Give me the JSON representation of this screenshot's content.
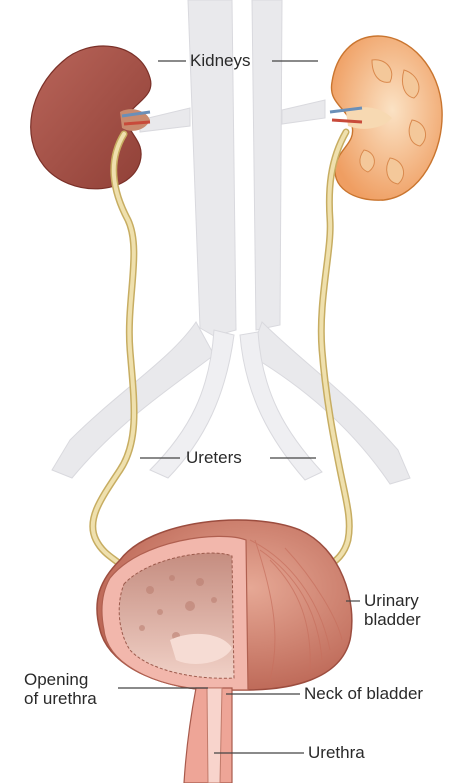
{
  "labels": {
    "kidneys": "Kidneys",
    "ureters": "Ureters",
    "urinary_bladder": [
      "Urinary",
      "bladder"
    ],
    "opening_of_urethra": [
      "Opening",
      "of urethra"
    ],
    "neck_of_bladder": "Neck of bladder",
    "urethra": "Urethra"
  },
  "colors": {
    "background": "#ffffff",
    "vessels": "#e9e9ec",
    "kidney_left": "#a85448",
    "kidney_right": "#f0b27a",
    "ureter": "#e3cf8f",
    "bladder_outer": "#d48a78",
    "bladder_wall": "#f2b7ac",
    "bladder_interior": "#e8c1b5",
    "label_text": "#2a2a2a",
    "leader_line": "#444444"
  }
}
